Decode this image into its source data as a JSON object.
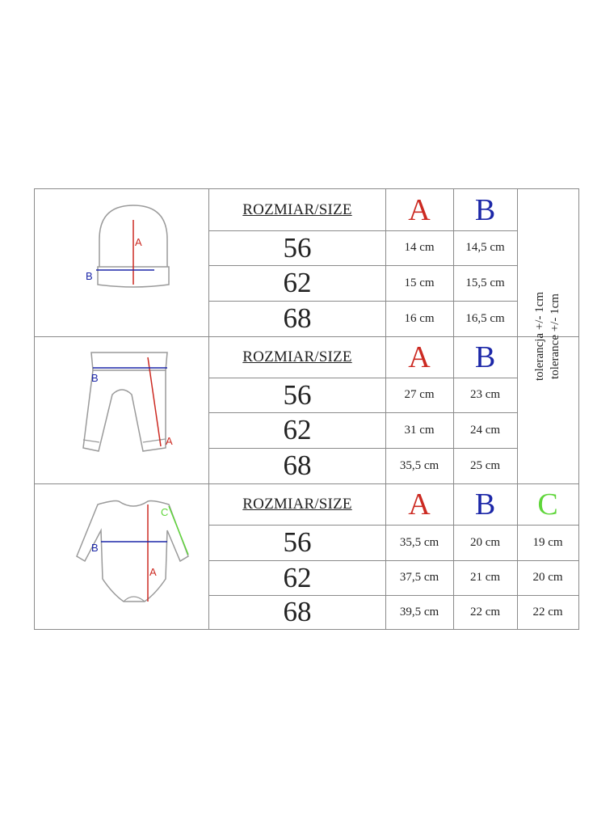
{
  "colors": {
    "A": "#cc2a22",
    "B": "#1c27a8",
    "C": "#5fd63a",
    "grid": "#8a8a8a",
    "garment": "#9a9a9a"
  },
  "tables": [
    {
      "item_icon": "hat-icon",
      "header": "ROZMIAR/SIZE",
      "columns": [
        "A",
        "B"
      ],
      "rows": [
        {
          "size": "56",
          "values": [
            "14 cm",
            "14,5 cm"
          ]
        },
        {
          "size": "62",
          "values": [
            "15 cm",
            "15,5 cm"
          ]
        },
        {
          "size": "68",
          "values": [
            "16 cm",
            "16,5 cm"
          ]
        }
      ],
      "diagram_labels": {
        "A": "A",
        "B": "B"
      }
    },
    {
      "item_icon": "pants-icon",
      "header": "ROZMIAR/SIZE",
      "columns": [
        "A",
        "B"
      ],
      "rows": [
        {
          "size": "56",
          "values": [
            "27 cm",
            "23 cm"
          ]
        },
        {
          "size": "62",
          "values": [
            "31 cm",
            "24 cm"
          ]
        },
        {
          "size": "68",
          "values": [
            "35,5 cm",
            "25 cm"
          ]
        }
      ],
      "diagram_labels": {
        "A": "A",
        "B": "B"
      }
    },
    {
      "item_icon": "bodysuit-icon",
      "header": "ROZMIAR/SIZE",
      "columns": [
        "A",
        "B",
        "C"
      ],
      "rows": [
        {
          "size": "56",
          "values": [
            "35,5 cm",
            "20 cm",
            "19 cm"
          ]
        },
        {
          "size": "62",
          "values": [
            "37,5 cm",
            "21 cm",
            "20 cm"
          ]
        },
        {
          "size": "68",
          "values": [
            "39,5 cm",
            "22 cm",
            "22 cm"
          ]
        }
      ],
      "diagram_labels": {
        "A": "A",
        "B": "B",
        "C": "C"
      }
    }
  ],
  "tolerance": {
    "pl": "tolerancja +/- 1cm",
    "en": "tolerance +/- 1cm"
  }
}
